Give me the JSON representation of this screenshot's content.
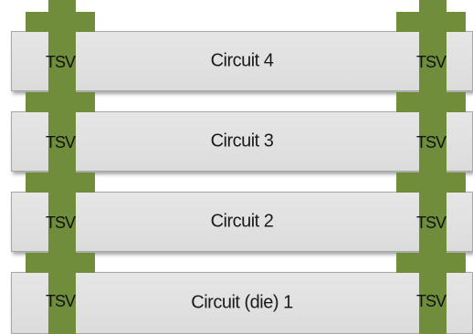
{
  "diagram": {
    "layers": [
      {
        "label": "Circuit 4"
      },
      {
        "label": "Circuit 3"
      },
      {
        "label": "Circuit 2"
      },
      {
        "label": "Circuit (die) 1"
      }
    ],
    "tsv_label": "TSV",
    "colors": {
      "tsv": "#6f8d3a",
      "layer_fill": "#e0e0e0",
      "layer_border": "#a6a6a6"
    }
  }
}
